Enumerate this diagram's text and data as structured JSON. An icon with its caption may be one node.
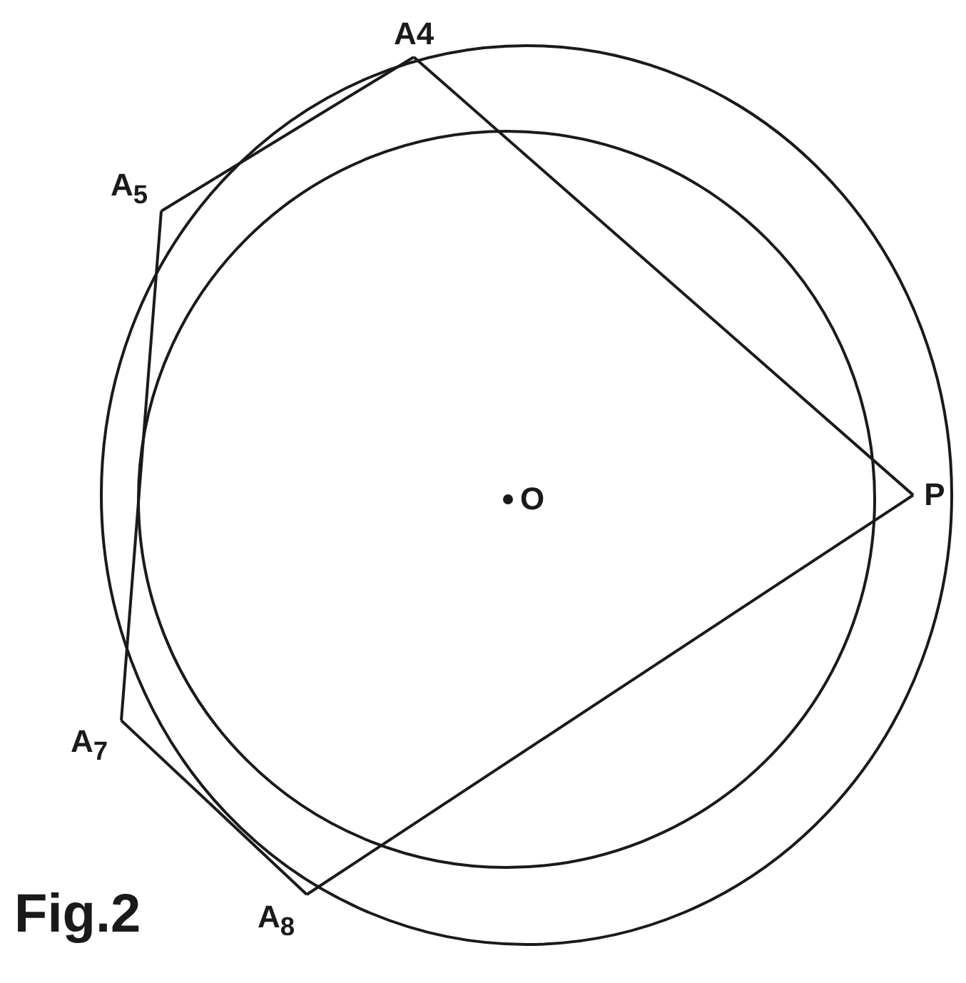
{
  "diagram": {
    "caption": "Fig.2",
    "nodes": [
      {
        "text": [
          "A4"
        ]
      },
      {
        "text": [
          "A$_{5}$"
        ]
      },
      {
        "text": [
          "A$_{7}$"
        ]
      },
      {
        "text": [
          "A$_{8}$"
        ]
      },
      {
        "text": [
          "P"
        ]
      },
      {
        "text": [
          "O"
        ]
      }
    ],
    "edges": [
      {
        "from": 4,
        "to": 0,
        "arrow": "none"
      },
      {
        "from": 0,
        "to": 1,
        "arrow": "none"
      },
      {
        "from": 1,
        "to": 2,
        "arrow": "none"
      },
      {
        "from": 2,
        "to": 3,
        "arrow": "none"
      },
      {
        "from": 3,
        "to": 4,
        "arrow": "none"
      }
    ]
  }
}
